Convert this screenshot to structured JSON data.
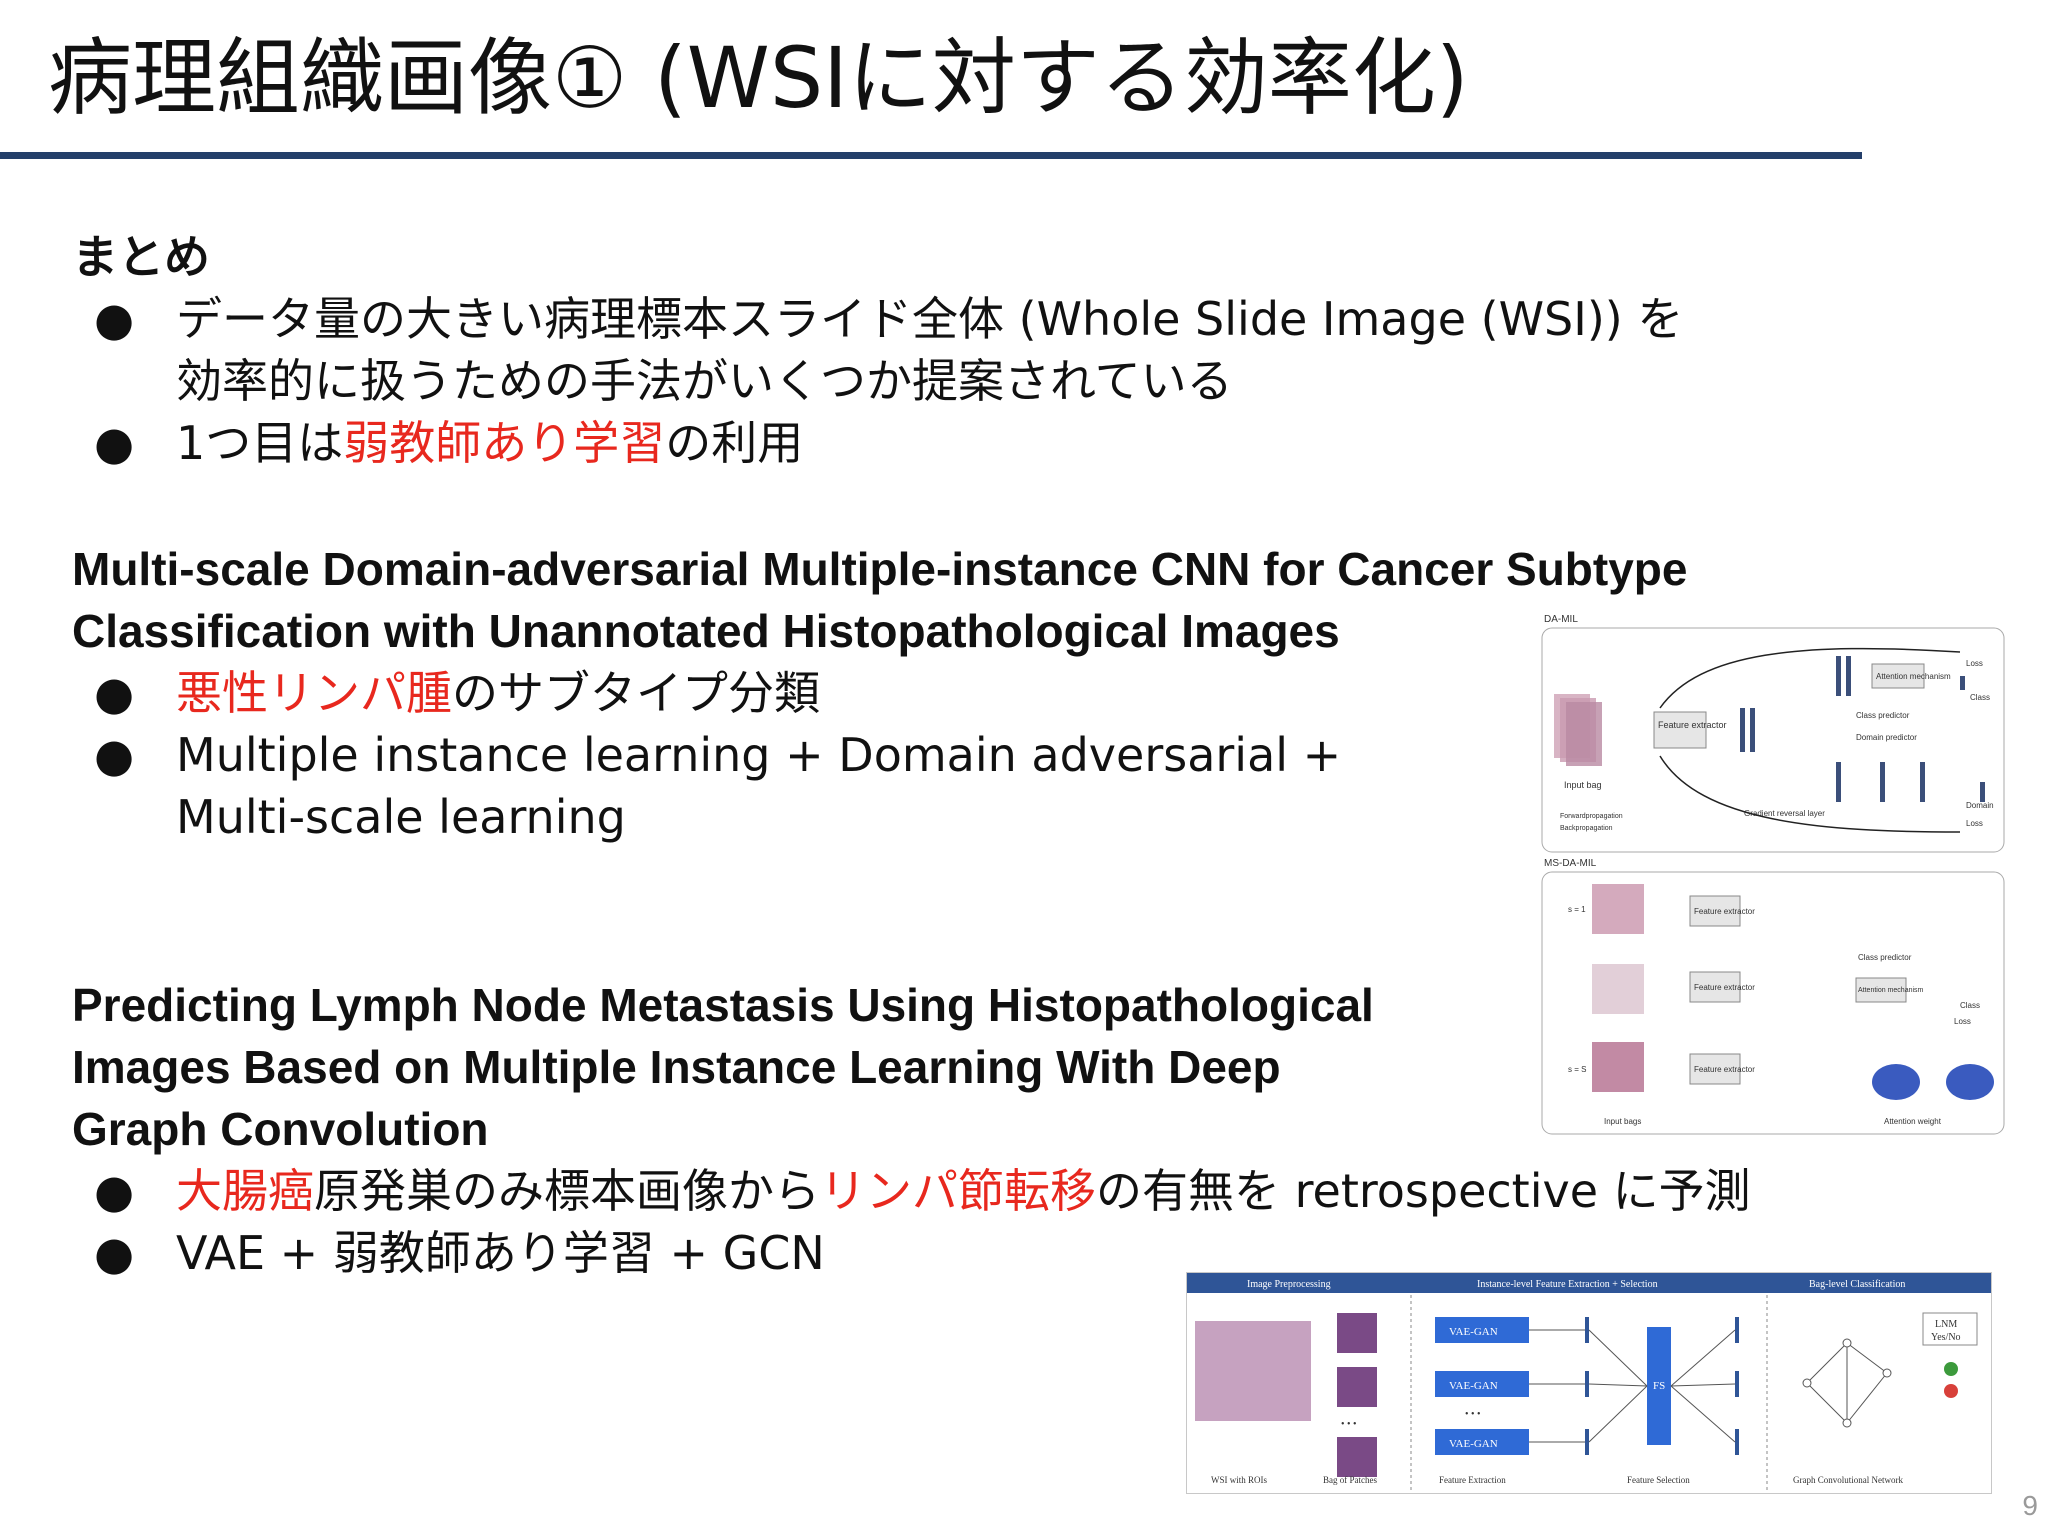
{
  "slide": {
    "title": "病理組織画像① (WSIに対する効率化)",
    "page_number": "9"
  },
  "summary": {
    "heading": "まとめ",
    "item1_line1": "データ量の大きい病理標本スライド全体 (Whole Slide Image (WSI)) を",
    "item1_line2": "効率的に扱うための手法がいくつか提案されている",
    "item2_prefix": "1つ目は",
    "item2_highlight": "弱教師あり学習",
    "item2_suffix": "の利用"
  },
  "paper1": {
    "title_line1": "Multi-scale Domain-adversarial Multiple-instance CNN for Cancer Subtype",
    "title_line2": "Classification with Unannotated Histopathological Images",
    "item1_highlight": "悪性リンパ腫",
    "item1_suffix": "のサブタイプ分類",
    "item2_line1": "Multiple instance learning + Domain adversarial +",
    "item2_line2": "Multi-scale learning"
  },
  "paper2": {
    "title_line1": "Predicting Lymph Node Metastasis Using Histopathological",
    "title_line2": "Images Based on Multiple Instance Learning With Deep",
    "title_line3": "Graph Convolution",
    "item1_hl1": "大腸癌",
    "item1_mid": "原発巣のみ標本画像から",
    "item1_hl2": "リンパ節転移",
    "item1_suffix": "の有無を retrospective に予測",
    "item2": "VAE + 弱教師あり学習 + GCN"
  },
  "bullet_glyph": "●",
  "colors": {
    "accent_red": "#e8281e",
    "rule_blue": "#243f6a"
  },
  "figure1": {
    "da_label": "DA-MIL",
    "ms_label": "MS-DA-MIL",
    "feature_extractor": "Feature extractor",
    "attention": "Attention mechanism",
    "class_predictor": "Class predictor",
    "domain_predictor": "Domain predictor",
    "grl": "Gradient reversal layer",
    "input_bag": "Input bag",
    "input_bags": "Input bags",
    "forward": "Forwardpropagation",
    "back": "Backpropagation",
    "class": "Class",
    "domain": "Domain",
    "attention_weight": "Attention weight",
    "loss": "Loss",
    "s1": "s = 1",
    "ss": "s = S"
  },
  "figure2": {
    "col1": "Image Preprocessing",
    "col2": "Instance-level Feature Extraction + Selection",
    "col3": "Bag-level Classification",
    "vae": "VAE-GAN",
    "fs": "FS",
    "lnm": "LNM",
    "yesno": "Yes/No",
    "wsi": "WSI with ROIs",
    "bag": "Bag of Patches",
    "fe": "Feature Extraction",
    "fsel": "Feature Selection",
    "gcn": "Graph Convolutional Network",
    "dots": "• • •"
  }
}
